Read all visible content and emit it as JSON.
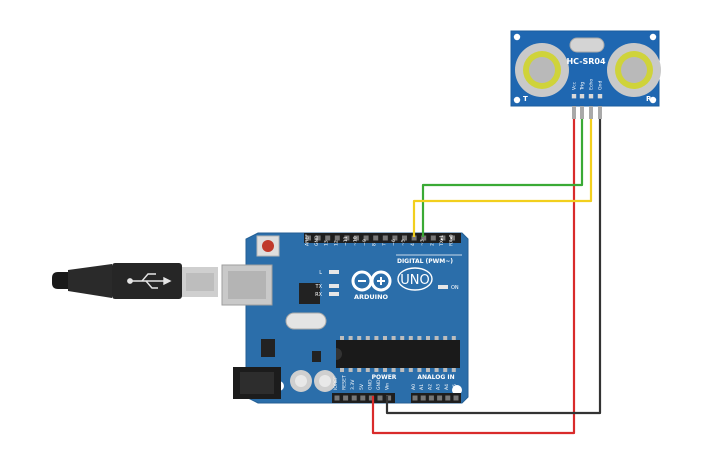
{
  "colors": {
    "board": "#2b6eaa",
    "board_edge": "#245f94",
    "wire_red": "#d92b2b",
    "wire_black": "#333333",
    "wire_green": "#3aaa35",
    "wire_yellow": "#f2cf1d",
    "sensor_board": "#1f67b1",
    "transducer_ring": "#c9c9c9",
    "transducer_core": "#cfd33a"
  },
  "arduino": {
    "brand": "ARDUINO",
    "model": "UNO",
    "digital_header_label": "DIGITAL (PWM~)",
    "power_label": "POWER",
    "analog_label": "ANALOG IN",
    "led_l": "L",
    "led_tx": "TX",
    "led_rx": "RX",
    "led_on": "ON",
    "digital_pins": [
      "AREF",
      "GND",
      "13",
      "12",
      "~11",
      "~10",
      "~9",
      "8",
      "7",
      "~6",
      "~5",
      "4",
      "~3",
      "2",
      "TX▸1",
      "RX◂0"
    ],
    "power_pins": [
      "IOREF",
      "RESET",
      "3.3V",
      "5V",
      "GND",
      "GND",
      "Vin"
    ],
    "analog_pins": [
      "A0",
      "A1",
      "A2",
      "A3",
      "A4",
      "A5"
    ]
  },
  "sensor": {
    "name": "HC-SR04",
    "left_mark": "T",
    "right_mark": "R",
    "pins": [
      "Vcc",
      "Trig",
      "Echo",
      "Gnd"
    ]
  },
  "icons": {
    "usb_cable": "usb-cable-icon",
    "usb_symbol": "usb-symbol-icon",
    "infinity_logo": "infinity-logo-icon"
  }
}
